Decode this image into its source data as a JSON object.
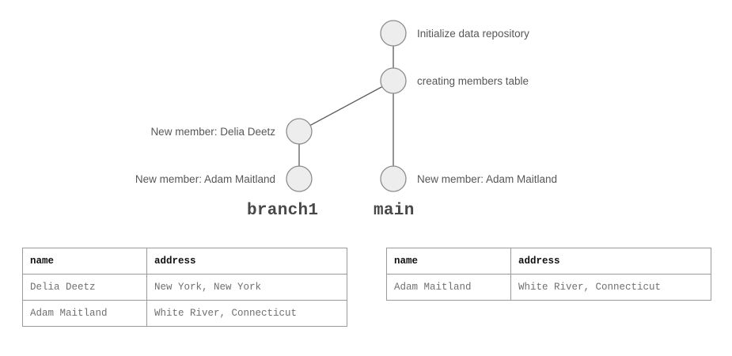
{
  "graph": {
    "node_fill": "#ededed",
    "node_stroke": "#8c8c8c",
    "edge_color": "#5a5a5a",
    "label_color": "#575757",
    "nodes": [
      {
        "id": "c1",
        "label": "Initialize data repository",
        "branch": "main",
        "label_side": "right"
      },
      {
        "id": "c2",
        "label": "creating members table",
        "branch": "main",
        "label_side": "right"
      },
      {
        "id": "b1",
        "label": "New member: Delia Deetz",
        "branch": "branch1",
        "label_side": "left"
      },
      {
        "id": "b2",
        "label": "New member: Adam Maitland",
        "branch": "branch1",
        "label_side": "left"
      },
      {
        "id": "c3",
        "label": "New member: Adam Maitland",
        "branch": "main",
        "label_side": "right"
      }
    ],
    "branches": [
      {
        "id": "branch1",
        "name": "branch1"
      },
      {
        "id": "main",
        "name": "main"
      }
    ]
  },
  "tables": [
    {
      "id": "branch1",
      "columns": [
        "name",
        "address"
      ],
      "rows": [
        [
          "Delia Deetz",
          "New York, New York"
        ],
        [
          "Adam Maitland",
          "White River, Connecticut"
        ]
      ]
    },
    {
      "id": "main",
      "columns": [
        "name",
        "address"
      ],
      "rows": [
        [
          "Adam Maitland",
          "White River, Connecticut"
        ]
      ]
    }
  ]
}
